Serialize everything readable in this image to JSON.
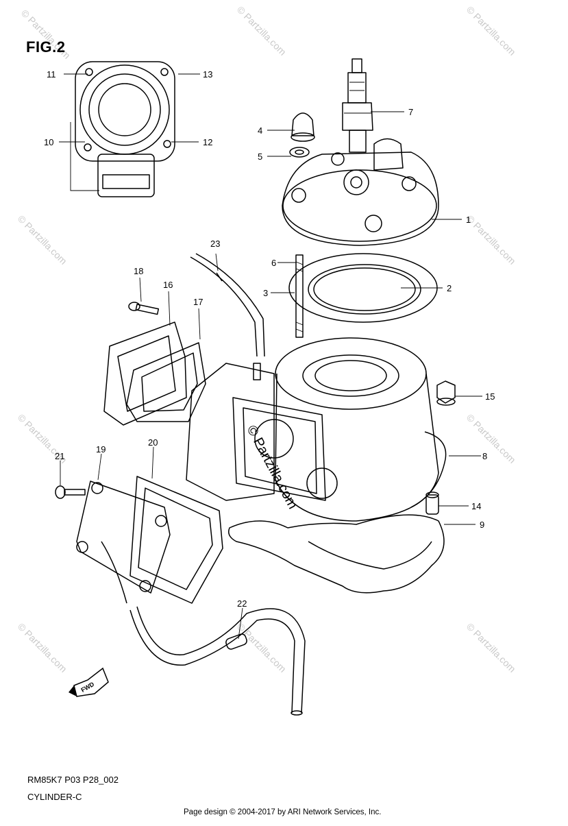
{
  "diagram": {
    "figure_title": "FIG.2",
    "part_code": "RM85K7 P03 P28_002",
    "assembly_name": "CYLINDER-C",
    "copyright": "Page design © 2004-2017 by ARI Network Services, Inc.",
    "watermark_text": "© Partzilla.com",
    "center_watermark": "© Partzilla.com",
    "fwd_arrow_label": "FWD",
    "callouts": {
      "c1": "1",
      "c2": "2",
      "c3": "3",
      "c4": "4",
      "c5": "5",
      "c6": "6",
      "c7": "7",
      "c8": "8",
      "c9": "9",
      "c10": "10",
      "c11": "11",
      "c12": "12",
      "c13": "13",
      "c14": "14",
      "c15": "15",
      "c16": "16",
      "c17": "17",
      "c18": "18",
      "c19": "19",
      "c20": "20",
      "c21": "21",
      "c22": "22",
      "c23": "23"
    }
  }
}
